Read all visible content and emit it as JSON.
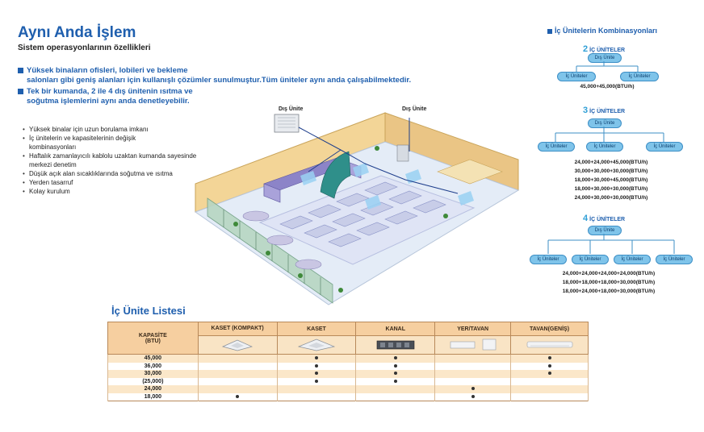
{
  "header": {
    "title": "Aynı Anda İşlem",
    "subtitle": "Sistem operasyonlarının özellikleri"
  },
  "lead": {
    "line1a": "Yüksek binaların ofisleri, lobileri ve bekleme",
    "line1b": "salonları gibi geniş alanları için kullanışlı çözümler sunulmuştur.Tüm üniteler aynı anda çalışabilmektedir.",
    "line2a": "Tek bir kumanda, 2 ile 4 dış ünitenin ısıtma ve",
    "line2b": "soğutma işlemlerini aynı anda denetleyebilir."
  },
  "features": [
    "Yüksek binalar için uzun borulama imkanı",
    "İç ünitelerin ve kapasitelerinin değişik kombinasyonları",
    "Haftalık zamanlayıcılı kablolu uzaktan kumanda sayesinde merkezi denetim",
    "Düşük açık alan sıcaklıklarında soğutma ve ısıtma",
    "Yerden tasarruf",
    "Kolay kurulum"
  ],
  "illustration": {
    "outdoor_label_1": "Dış Ünite",
    "outdoor_label_2": "Dış Ünite"
  },
  "combinations": {
    "title": "İç Ünitelerin Kombinasyonları",
    "groups": [
      {
        "num": "2",
        "head": "İÇ ÜNİTELER",
        "outdoor": "Dış Ünite",
        "indoors": [
          "İç Üniteler",
          "İç Üniteler"
        ],
        "values": [
          "45,000+45,000(BTU/h)"
        ]
      },
      {
        "num": "3",
        "head": "İÇ ÜNİTELER",
        "outdoor": "Dış Ünite",
        "indoors": [
          "İç Üniteler",
          "İç Üniteler",
          "İç Üniteler"
        ],
        "values": [
          "24,000+24,000+45,000(BTU/h)",
          "30,000+30,000+30,000(BTU/h)",
          "18,000+30,000+45,000(BTU/h)",
          "18,000+30,000+30,000(BTU/h)",
          "24,000+30,000+30,000(BTU/h)"
        ]
      },
      {
        "num": "4",
        "head": "İÇ ÜNİTELER",
        "outdoor": "Dış Ünite",
        "indoors": [
          "İç Üniteler",
          "İç Üniteler",
          "İç Üniteler",
          "İç Üniteler"
        ],
        "values": [
          "24,000+24,000+24,000+24,000(BTU/h)",
          "18,000+18,000+18,000+30,000(BTU/h)",
          "18,000+24,000+18,000+30,000(BTU/h)"
        ]
      }
    ]
  },
  "unit_list": {
    "title": "İç Ünite Listesi",
    "cap_header": "KAPASİTE",
    "cap_unit": "(BTU)",
    "columns": [
      "KASET (KOMPAKT)",
      "KASET",
      "KANAL",
      "YER/TAVAN",
      "TAVAN(GENİŞ)"
    ],
    "rows": [
      {
        "cap": "45,000",
        "marks": [
          false,
          true,
          true,
          false,
          true
        ]
      },
      {
        "cap": "36,000",
        "marks": [
          false,
          true,
          true,
          false,
          true
        ]
      },
      {
        "cap": "30,000",
        "marks": [
          false,
          true,
          true,
          false,
          true
        ]
      },
      {
        "cap": "(25,000)",
        "marks": [
          false,
          true,
          true,
          false,
          false
        ]
      },
      {
        "cap": "24,000",
        "marks": [
          false,
          false,
          false,
          true,
          false
        ]
      },
      {
        "cap": "18,000",
        "marks": [
          true,
          false,
          false,
          true,
          false
        ]
      }
    ]
  },
  "colors": {
    "accent": "#1f5fae",
    "pill": "#7fc4ea",
    "table_header": "#f6cfa0",
    "table_row": "#fbe7c9"
  }
}
